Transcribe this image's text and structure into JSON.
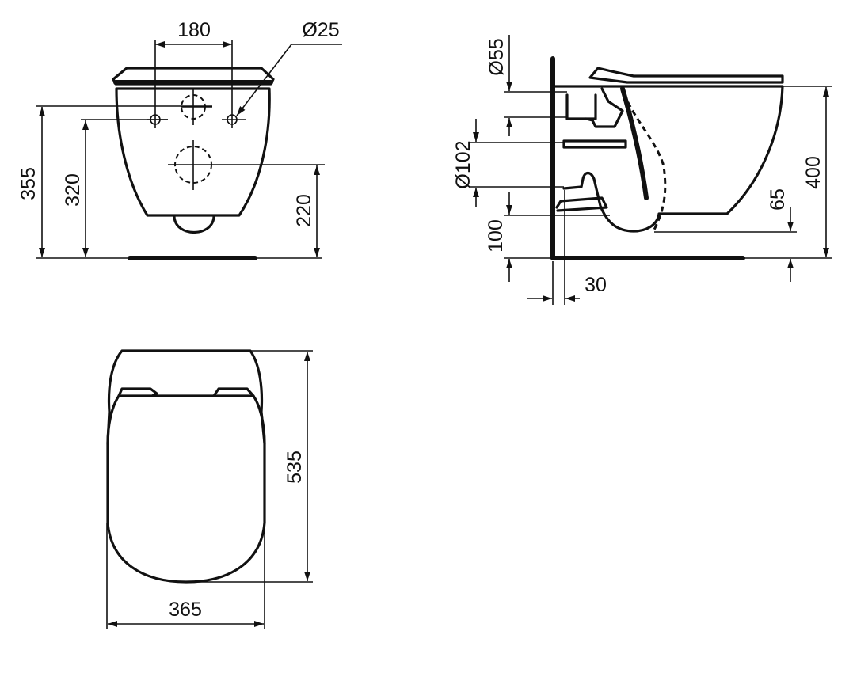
{
  "drawing": {
    "subject": "wall-hung toilet dimensional drawing",
    "line_color": "#111111",
    "background": "#ffffff"
  },
  "front_view": {
    "dims": {
      "fixing_spacing": "180",
      "fixing_hole_diameter": "Ø25",
      "upper_fixing_height": "355",
      "lower_fixing_height": "320",
      "outlet_height": "220"
    }
  },
  "side_view": {
    "dims": {
      "inlet_diameter": "Ø55",
      "outlet_diameter": "Ø102",
      "bottom_clearance": "100",
      "wall_offset": "30",
      "trap_height": "65",
      "rim_height": "400"
    }
  },
  "top_view": {
    "dims": {
      "width": "365",
      "length": "535"
    }
  }
}
